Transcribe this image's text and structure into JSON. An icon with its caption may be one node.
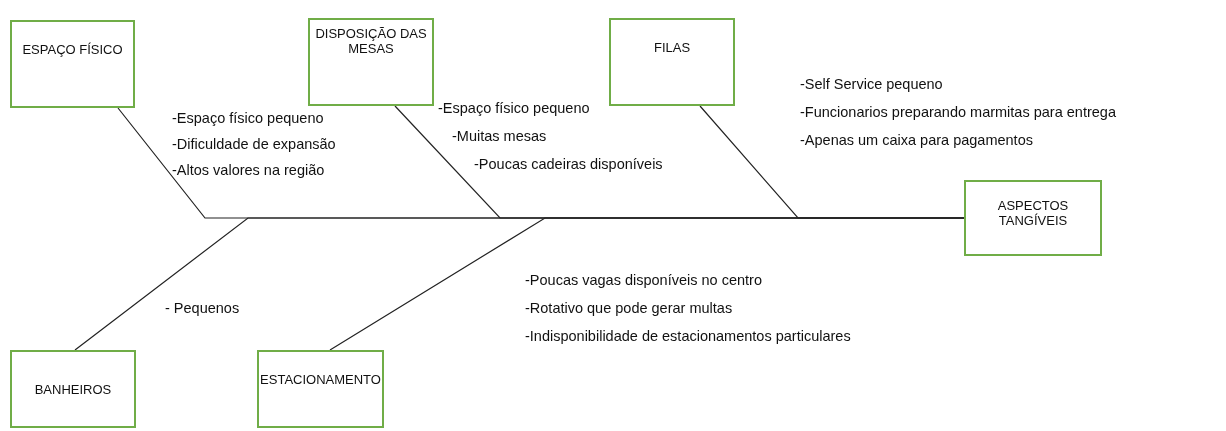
{
  "diagram": {
    "nodes": [
      {
        "text": [
          "ESPAÇO FÍSICO"
        ],
        "beside": [
          "-Espaço físico pequeno",
          "-Dificuldade de expansão",
          "-Altos valores na região"
        ]
      },
      {
        "text": [
          "DISPOSIÇÃO DAS MESAS"
        ],
        "beside": [
          "-Espaço físico pequeno",
          "-Muitas mesas",
          "-Poucas cadeiras disponíveis"
        ]
      },
      {
        "text": [
          "FILAS"
        ],
        "beside": [
          "-Self Service pequeno",
          "-Funcionarios preparando marmitas para entrega",
          "-Apenas um caixa para pagamentos"
        ]
      },
      {
        "text": [
          "ASPECTOS TANGÍVEIS"
        ]
      },
      {
        "text": [
          "BANHEIROS"
        ],
        "beside": [
          "- Pequenos"
        ]
      },
      {
        "text": [
          "ESTACIONAMENTO"
        ],
        "beside": [
          "-Poucas vagas disponíveis no centro",
          "-Rotativo que pode gerar multas",
          "-Indisponibilidade de estacionamentos particulares"
        ]
      }
    ],
    "edges": [
      {
        "from": 0,
        "to": 3,
        "arrow": "none"
      },
      {
        "from": 1,
        "to": 3,
        "arrow": "none"
      },
      {
        "from": 2,
        "to": 3,
        "arrow": "none"
      },
      {
        "from": 4,
        "to": 3,
        "arrow": "none"
      },
      {
        "from": 5,
        "to": 3,
        "arrow": "none"
      }
    ]
  }
}
